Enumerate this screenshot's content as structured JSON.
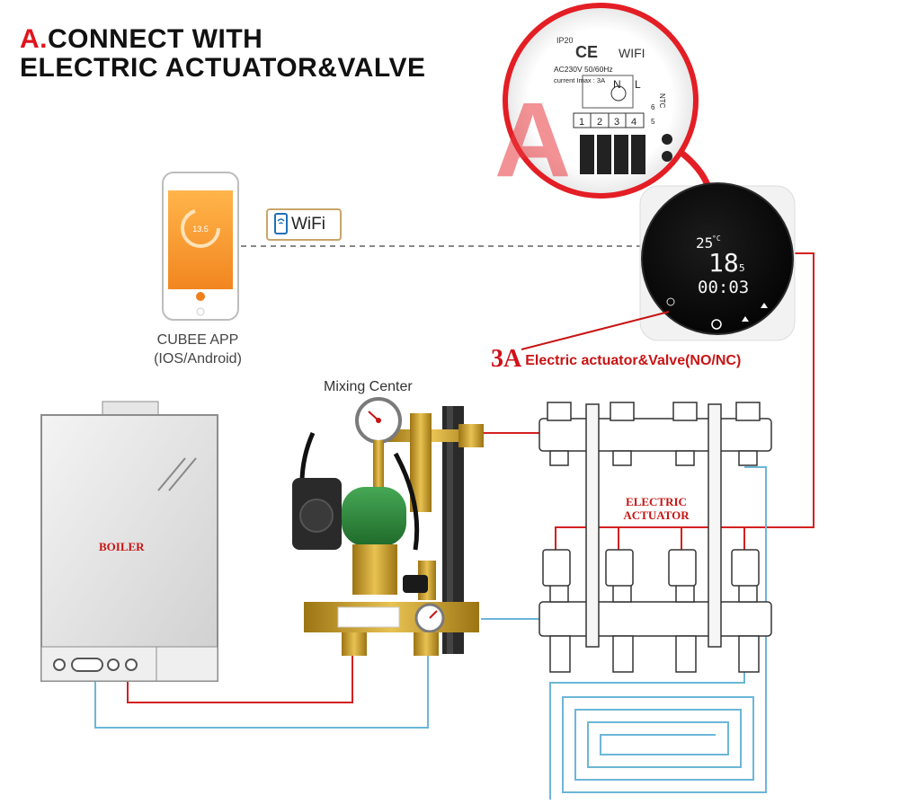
{
  "title": {
    "mark": "A.",
    "line1": "CONNECT WITH",
    "line2": "ELECTRIC ACTUATOR&VALVE"
  },
  "phone": {
    "app_label": "CUBEE APP",
    "platform_label": "(IOS/Android)",
    "screen_temp": "13.5"
  },
  "wifi_badge": {
    "label": "WiFi"
  },
  "terminal_closeup": {
    "ip_rating": "IP20",
    "wifi_label": "WIFI",
    "power_spec": "AC230V 50/60Hz",
    "current_spec": "current Imax : 3A",
    "n_label": "N",
    "l_label": "L",
    "ntc_label": "NTC",
    "ce_label": "CE",
    "terminals": [
      "1",
      "2",
      "3",
      "4"
    ],
    "side_numbers": [
      "6",
      "5"
    ],
    "overlay_letter": "A"
  },
  "thermostat": {
    "room_temp": "25",
    "room_unit": "°C",
    "set_temp": "18",
    "set_decimal": "5",
    "clock": "00:03"
  },
  "annotation": {
    "code": "3A",
    "text": "Electric actuator&Valve(NO/NC)"
  },
  "mixing_center": {
    "label": "Mixing Center"
  },
  "boiler": {
    "label": "BOILER"
  },
  "actuator": {
    "label_line1": "ELECTRIC",
    "label_line2": "ACTUATOR"
  },
  "colors": {
    "accent_red": "#e0141c",
    "label_red": "#c81414",
    "pipe_red": "#d42020",
    "pipe_blue": "#6cb6d8",
    "pump_green": "#2e8b3a",
    "brass": "#c9a02c",
    "phone_orange": "#f39a2a"
  }
}
